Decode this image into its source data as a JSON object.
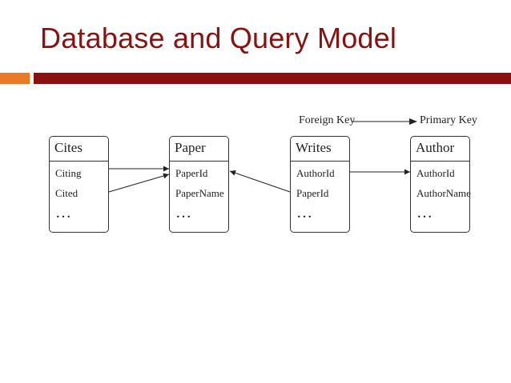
{
  "slide": {
    "title": "Database and Query Model",
    "colors": {
      "title": "#8b1111",
      "accent_bar": "#e87a28",
      "main_bar": "#8b1111"
    }
  },
  "legend": {
    "from_label": "Foreign Key",
    "to_label": "Primary Key"
  },
  "tables": [
    {
      "name": "Cites",
      "fields": [
        "Citing",
        "Cited"
      ],
      "more": "…"
    },
    {
      "name": "Paper",
      "fields": [
        "PaperId",
        "PaperName"
      ],
      "more": "…"
    },
    {
      "name": "Writes",
      "fields": [
        "AuthorId",
        "PaperId"
      ],
      "more": "…"
    },
    {
      "name": "Author",
      "fields": [
        "AuthorId",
        "AuthorName"
      ],
      "more": "…"
    }
  ],
  "relations": [
    {
      "from": "Cites.Citing",
      "to": "Paper.PaperId"
    },
    {
      "from": "Cites.Cited",
      "to": "Paper.PaperId"
    },
    {
      "from": "Writes.PaperId",
      "to": "Paper.PaperId"
    },
    {
      "from": "Writes.AuthorId",
      "to": "Author.AuthorId"
    }
  ]
}
